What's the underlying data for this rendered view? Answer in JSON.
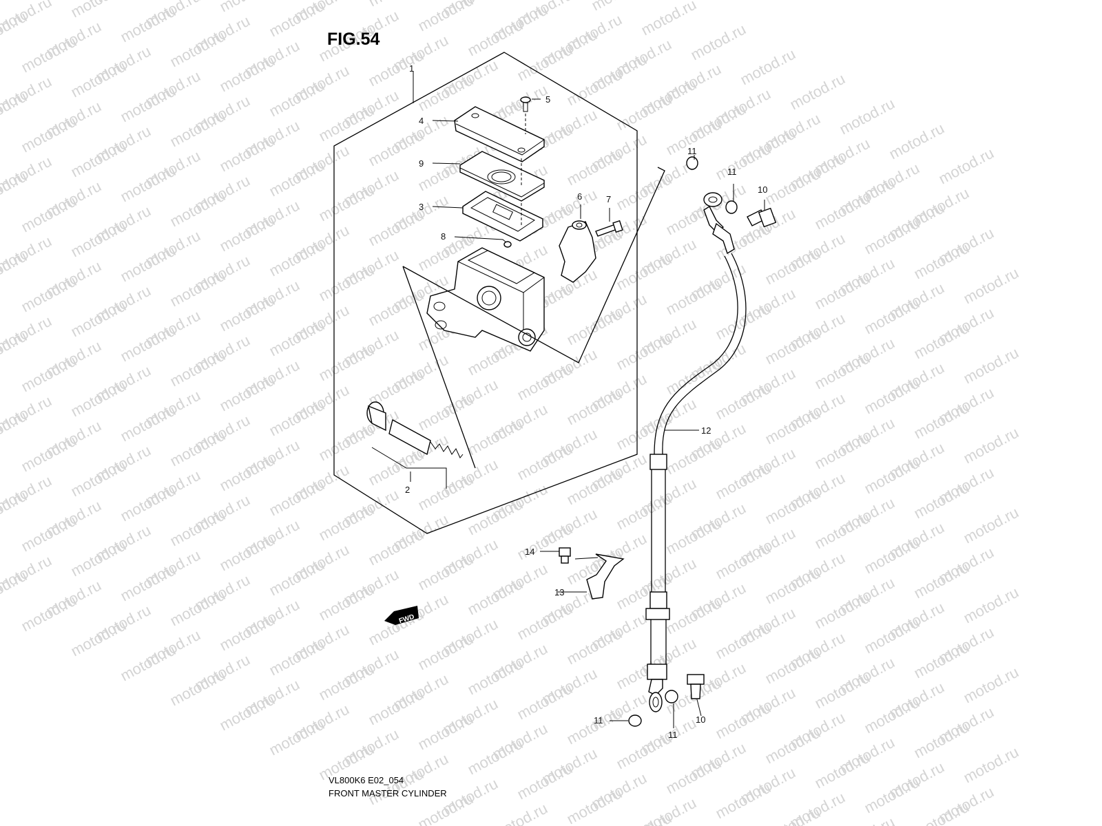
{
  "figure": {
    "title": "FIG.54",
    "model_code": "VL800K6 E02_054",
    "caption": "FRONT MASTER CYLINDER",
    "watermark": "motod.ru",
    "fwd_label": "FWD"
  },
  "callouts": {
    "c1": "1",
    "c2": "2",
    "c3": "3",
    "c4": "4",
    "c5": "5",
    "c6": "6",
    "c7": "7",
    "c8": "8",
    "c9": "9",
    "c10a": "10",
    "c10b": "10",
    "c11a": "11",
    "c11b": "11",
    "c11c": "11",
    "c11d": "11",
    "c12": "12",
    "c13": "13",
    "c14": "14"
  }
}
